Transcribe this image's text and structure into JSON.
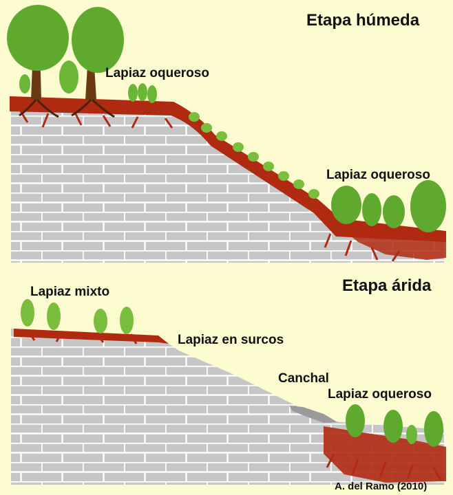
{
  "wet_stage": {
    "title": "Etapa húmeda",
    "label_top": "Lapiaz oqueroso",
    "label_bottom": "Lapiaz oqueroso"
  },
  "arid_stage": {
    "title": "Etapa árida",
    "label_mixed": "Lapiaz mixto",
    "label_grooves": "Lapiaz en surcos",
    "label_scree": "Canchal",
    "label_cavernous": "Lapiaz oqueroso"
  },
  "credit": "A. del Ramo (2010)",
  "colors": {
    "background": "#fdfbd0",
    "limestone": "#c6c6c6",
    "mortar": "#ffffff",
    "soil": "#b02a12",
    "foliage": "#5faa2e",
    "trunk": "#6b3a12"
  }
}
